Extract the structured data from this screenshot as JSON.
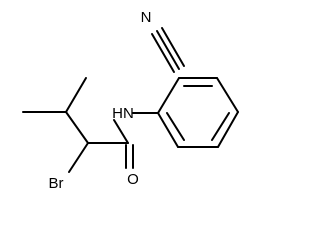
{
  "molecule": {
    "atoms": {
      "nitrile_n": "N",
      "amide_nh": "HN",
      "bromine": "Br",
      "carbonyl_o": "O"
    }
  },
  "colors": {
    "bond": "#000000",
    "label": "#000000",
    "background": "#ffffff"
  }
}
